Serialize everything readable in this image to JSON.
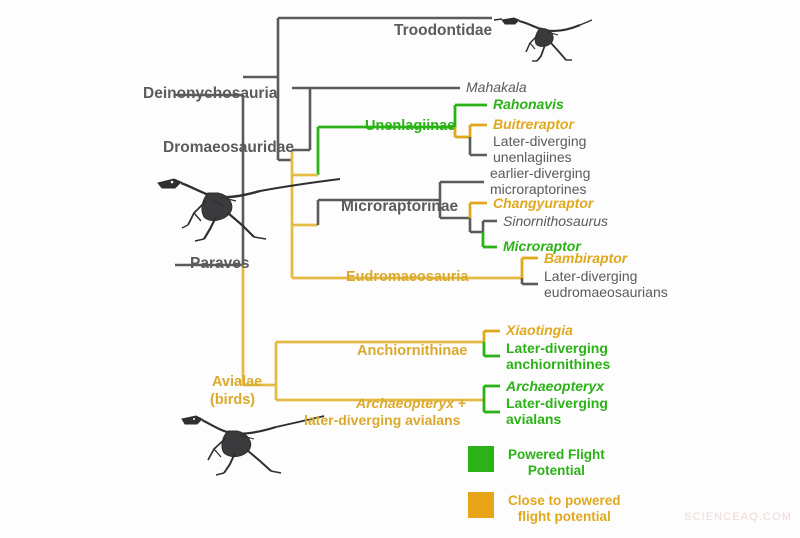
{
  "figure": {
    "type": "phylogenetic-cladogram",
    "subject": "Paravian phylogeny with powered flight potential",
    "background_color": "#fdfdfd",
    "colors": {
      "gray": "#5a5b5d",
      "green": "#2bb216",
      "gold": "#e0a81c",
      "gold_branch": "#e3bb45",
      "watermark": "#f0d8d8"
    }
  },
  "clade_labels": {
    "paraves": "Paraves",
    "deinonychosauria": "Deinonychosauria",
    "dromaeosauridae": "Dromaeosauridae",
    "unenlagiinae": "Unenlagiinae",
    "microraptorinae": "Microraptorinae",
    "eudromaeosauria": "Eudromaeosauria",
    "avialae_line1": "Avialae",
    "avialae_line2": "(birds)",
    "anchiornithinae": "Anchiornithinae",
    "archaeopteryx_group_line1_italic": "Archaeopteryx",
    "archaeopteryx_group_line1_plus": " +",
    "archaeopteryx_group_line2": "later-diverging avialans"
  },
  "tips": {
    "troodontidae": "Troodontidae",
    "mahakala": "Mahakala",
    "rahonavis": "Rahonavis",
    "buitreraptor": "Buitreraptor",
    "later_unenlagiines_l1": "Later-diverging",
    "later_unenlagiines_l2": "unenlagiines",
    "earlier_microraptorines_l1": "earlier-diverging",
    "earlier_microraptorines_l2": "microraptorines",
    "changyuraptor": "Changyuraptor",
    "sinornithosaurus": "Sinornithosaurus",
    "microraptor": "Microraptor",
    "bambiraptor": "Bambiraptor",
    "later_eudromaeosaurians_l1": "Later-diverging",
    "later_eudromaeosaurians_l2": "eudromaeosaurians",
    "xiaotingia": "Xiaotingia",
    "later_anchiornithines_l1": "Later-diverging",
    "later_anchiornithines_l2": "anchiornithines",
    "archaeopteryx": "Archaeopteryx",
    "later_avialans_l1": "Later-diverging",
    "later_avialans_l2": "avialans"
  },
  "legend": {
    "items": [
      {
        "swatch_color": "#2bb216",
        "line1": "Powered Flight",
        "line2": "Potential"
      },
      {
        "swatch_color": "#e8a518",
        "line1": "Close to powered",
        "line2": "flight potential"
      }
    ]
  },
  "watermark": {
    "text": "SCIENCEAQ.COM"
  },
  "skeletons": [
    {
      "name": "troodontid-skeleton",
      "position": "top-right"
    },
    {
      "name": "dromaeosaurid-skeleton",
      "position": "middle-left"
    },
    {
      "name": "avialan-skeleton",
      "position": "bottom-left"
    }
  ]
}
